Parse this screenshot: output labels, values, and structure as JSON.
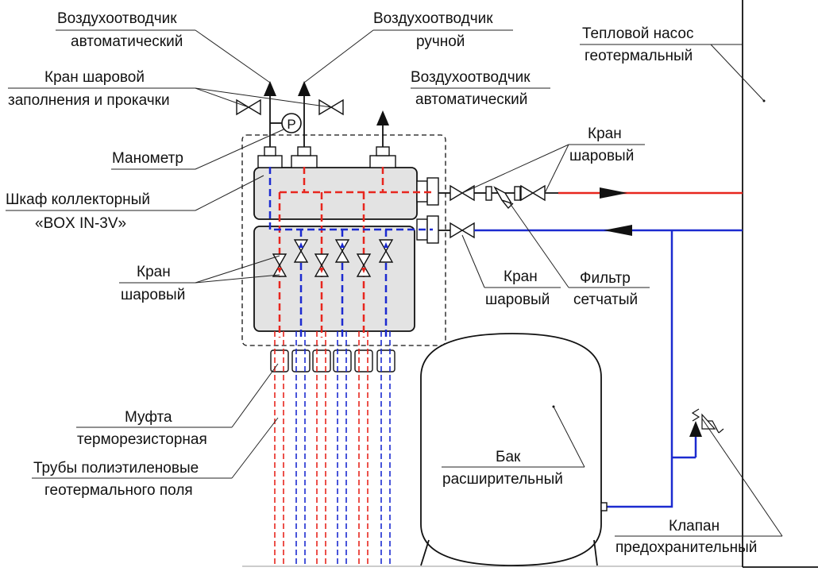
{
  "labels": {
    "air_vent_auto_1": [
      "Воздухоотводчик",
      "автоматический"
    ],
    "air_vent_manual": [
      "Воздухоотводчик",
      "ручной"
    ],
    "ball_valve_fill": [
      "Кран шаровой",
      "заполнения и прокачки"
    ],
    "air_vent_auto_2": [
      "Воздухоотводчик",
      "автоматический"
    ],
    "heat_pump": [
      "Тепловой насос",
      "геотермальный"
    ],
    "ball_valve_right": [
      "Кран",
      "шаровый"
    ],
    "manometer": "Манометр",
    "manometer_symbol": "P",
    "cabinet": [
      "Шкаф коллекторный",
      "«BOX IN-3V»"
    ],
    "ball_valve_left": [
      "Кран",
      "шаровый"
    ],
    "ball_valve_bottom": [
      "Кран",
      "шаровый"
    ],
    "filter": [
      "Фильтр",
      "сетчатый"
    ],
    "coupling": [
      "Муфта",
      "терморезисторная"
    ],
    "pipes": [
      "Трубы полиэтиленовые",
      "геотермального поля"
    ],
    "tank": [
      "Бак",
      "расширительный"
    ],
    "safety_valve": [
      "Клапан",
      "предохранительный"
    ]
  },
  "colors": {
    "supply": "#e8261e",
    "return": "#1c2bd0",
    "cabinet_fill": "#e3e3e3",
    "lines": "#111111"
  }
}
